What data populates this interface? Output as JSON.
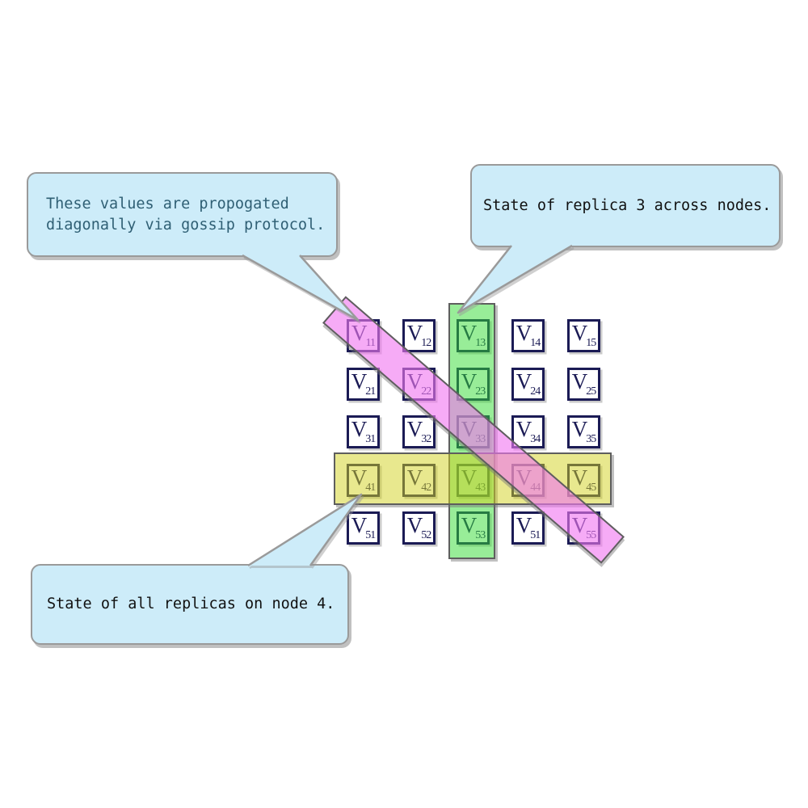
{
  "diagram_title": "",
  "grid": {
    "symbol": "V",
    "rows": [
      [
        "11",
        "12",
        "13",
        "14",
        "15"
      ],
      [
        "21",
        "22",
        "23",
        "24",
        "25"
      ],
      [
        "31",
        "32",
        "33",
        "34",
        "35"
      ],
      [
        "41",
        "42",
        "43",
        "44",
        "45"
      ],
      [
        "51",
        "52",
        "53",
        "51",
        "55"
      ]
    ]
  },
  "highlights": {
    "column_replica3": {
      "meaning": "replica 3 column",
      "cells": [
        "13",
        "23",
        "33",
        "43",
        "53"
      ]
    },
    "row_node4": {
      "meaning": "node 4 row",
      "cells": [
        "41",
        "42",
        "43",
        "44",
        "45"
      ]
    },
    "diagonal_gossip": {
      "meaning": "diagonal gossip propagation",
      "cells": [
        "11",
        "22",
        "33",
        "44",
        "55"
      ]
    }
  },
  "callouts": {
    "diagonal": {
      "text": "These values are propogated diagonally via gossip protocol."
    },
    "replica": {
      "text": "State of replica 3 across nodes."
    },
    "node": {
      "text": "State of all replicas on node 4."
    }
  },
  "colors": {
    "cell_border": "#1b1b55",
    "overlay_border": "#5e5e5e",
    "green_fill": "rgba(50,220,50,0.5)",
    "yellow_fill": "rgba(210,210,30,0.5)",
    "magenta_fill": "rgba(240,120,240,0.62)",
    "callout_bg": "#cdecf9",
    "callout_border": "#9a9a9a",
    "callout_text": "#111111",
    "callout_alt_text": "#2f5f74"
  }
}
